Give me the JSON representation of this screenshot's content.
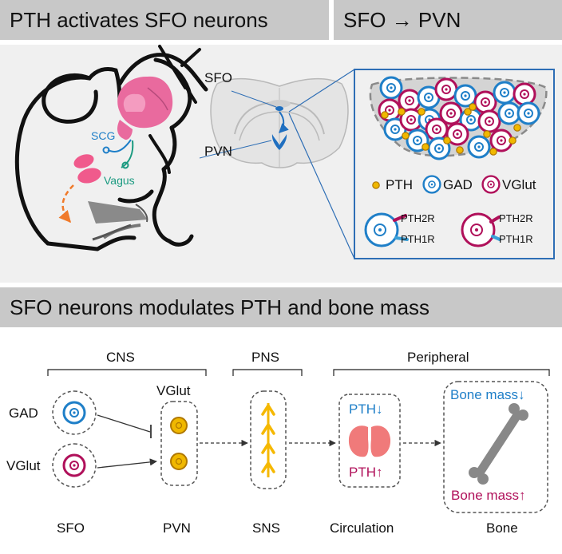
{
  "top": {
    "left_title": "PTH activates SFO neurons",
    "right_title": "SFO → PVN",
    "mouse": {
      "scg": "SCG",
      "vagus": "Vagus"
    },
    "brain": {
      "sfo": "SFO",
      "pvn": "PVN"
    },
    "legend": {
      "pth": "PTH",
      "gad": "GAD",
      "vglut": "VGlut"
    },
    "receptors": {
      "r1_top": "PTH2R",
      "r1_bottom": "PTH1R",
      "r2_top": "PTH2R",
      "r2_bottom": "PTH1R"
    }
  },
  "bottom": {
    "title": "SFO neurons modulates PTH and bone mass",
    "groups": {
      "cns": "CNS",
      "pns": "PNS",
      "peripheral": "Peripheral"
    },
    "inputs": {
      "gad": "GAD",
      "vglut": "VGlut"
    },
    "pvn_cell": "VGlut",
    "circulation": {
      "pth_down": "PTH↓",
      "pth_up": "PTH↑"
    },
    "bone": {
      "down": "Bone mass↓",
      "up": "Bone mass↑"
    },
    "columns": [
      "SFO",
      "PVN",
      "SNS",
      "Circulation",
      "Bone"
    ]
  },
  "colors": {
    "gad": "#1f7fc8",
    "vglut": "#b0105a",
    "pth": "#e0a800",
    "sns": "#f5b800",
    "banner": "#c8c8c8",
    "panel": "#f0f0f0"
  }
}
